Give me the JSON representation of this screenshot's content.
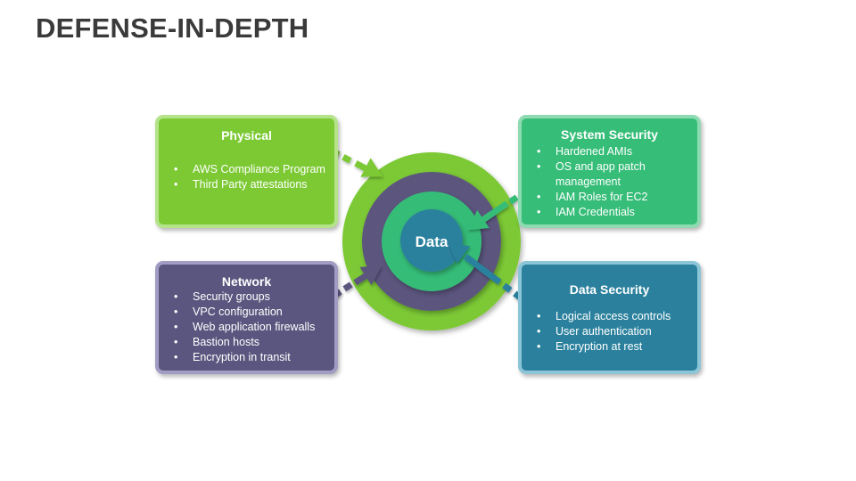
{
  "slide": {
    "title": "DEFENSE-IN-DEPTH"
  },
  "center": {
    "label": "Data"
  },
  "physical": {
    "title": "Physical",
    "items": [
      "AWS Compliance Program",
      "Third Party attestations"
    ]
  },
  "system_security": {
    "title": "System Security",
    "items": [
      "Hardened AMIs",
      "OS and app patch management",
      "IAM Roles for EC2",
      "IAM Credentials"
    ]
  },
  "network": {
    "title": "Network",
    "items": [
      "Security groups",
      "VPC configuration",
      "Web application firewalls",
      "Bastion hosts",
      "Encryption in transit"
    ]
  },
  "data_security": {
    "title": "Data Security",
    "items": [
      "Logical access controls",
      "User authentication",
      "Encryption at rest"
    ]
  },
  "colors": {
    "physical": "#7cc934",
    "system_security": "#36bd78",
    "network": "#5b567f",
    "data_security": "#2b819d",
    "title": "#3a3a3a"
  }
}
